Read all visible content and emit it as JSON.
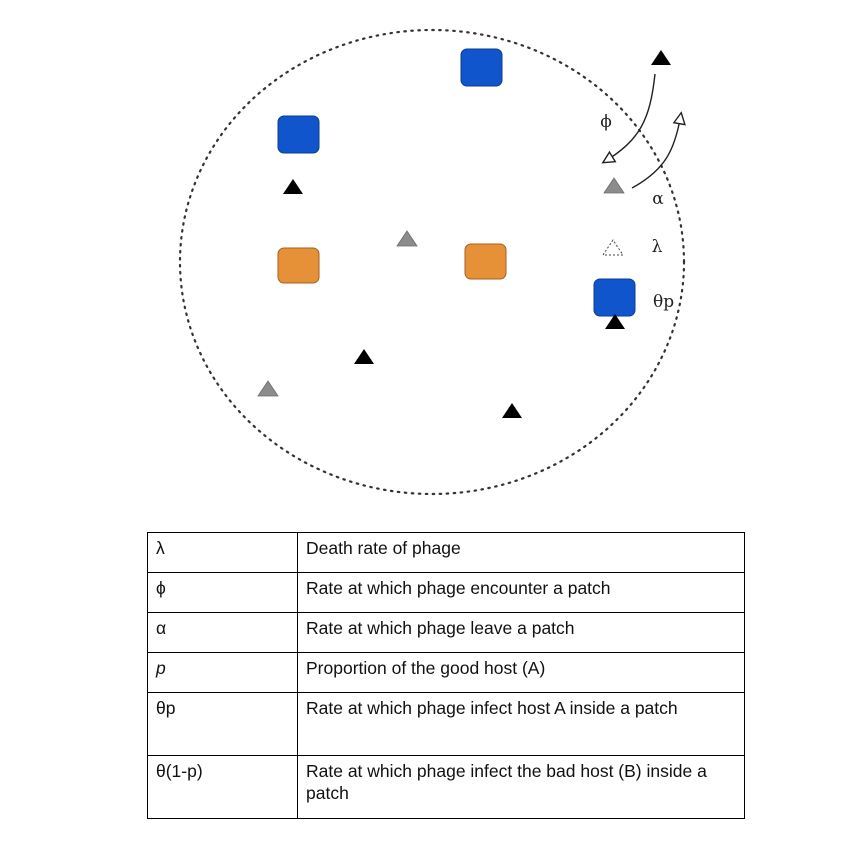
{
  "diagram": {
    "labels": {
      "phi": "ϕ",
      "alpha": "α",
      "lambda": "λ",
      "theta_p": "θp"
    }
  },
  "table": {
    "rows": [
      {
        "symbol": "λ",
        "description": "Death rate of phage"
      },
      {
        "symbol": "ϕ",
        "description": "Rate at which phage encounter a patch"
      },
      {
        "symbol": "α",
        "description": "Rate at which phage leave a patch"
      },
      {
        "symbol": "p",
        "description": "Proportion of the good host (A)"
      },
      {
        "symbol": "θp",
        "description": "Rate at which phage infect host A inside a patch"
      },
      {
        "symbol": "θ(1-p)",
        "description": "Rate at which phage infect the bad host (B) inside a patch"
      }
    ]
  },
  "colors": {
    "good_host": "#1155cc",
    "bad_host": "#e69138",
    "free_phage": "#000000",
    "leaving_phage": "#8c8c8c"
  }
}
